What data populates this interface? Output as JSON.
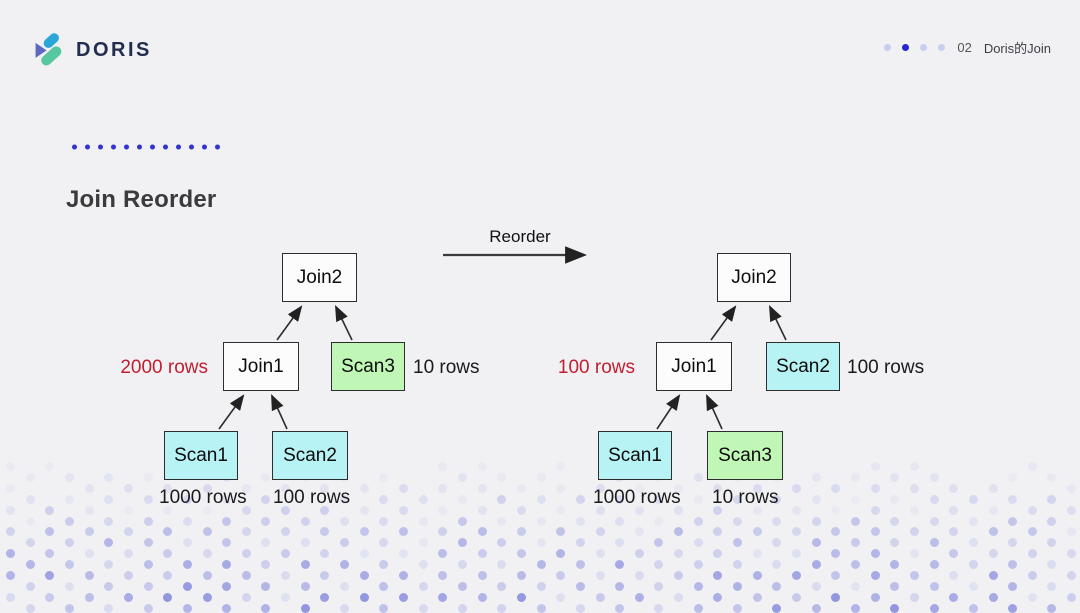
{
  "header": {
    "brand": "DORIS",
    "pagination": {
      "dots_total": 4,
      "active_index": 1,
      "page_number": "02",
      "section_title": "Doris的Join"
    }
  },
  "title": "Join Reorder",
  "reorder_label": "Reorder",
  "trees": {
    "left": {
      "nodes": {
        "join2": "Join2",
        "join1": "Join1",
        "scan3": "Scan3",
        "scan1": "Scan1",
        "scan2": "Scan2"
      },
      "annotations": {
        "join1_rows": "2000 rows",
        "scan3_rows": "10 rows",
        "scan1_rows": "1000 rows",
        "scan2_rows": "100 rows"
      }
    },
    "right": {
      "nodes": {
        "join2": "Join2",
        "join1": "Join1",
        "scan2": "Scan2",
        "scan1": "Scan1",
        "scan3": "Scan3"
      },
      "annotations": {
        "join1_rows": "100 rows",
        "scan2_rows": "100 rows",
        "scan1_rows": "1000 rows",
        "scan3_rows": "10 rows"
      }
    }
  },
  "colors": {
    "background": "#f1f1f4",
    "scan_cyan": "#b7f2f4",
    "scan_green": "#c0f6b6",
    "join_white": "#fcfcfd",
    "highlight_red": "#c11f30",
    "accent_blue": "#3333d1",
    "brand_navy": "#232e4e",
    "dot_pattern": "#7a80da"
  }
}
